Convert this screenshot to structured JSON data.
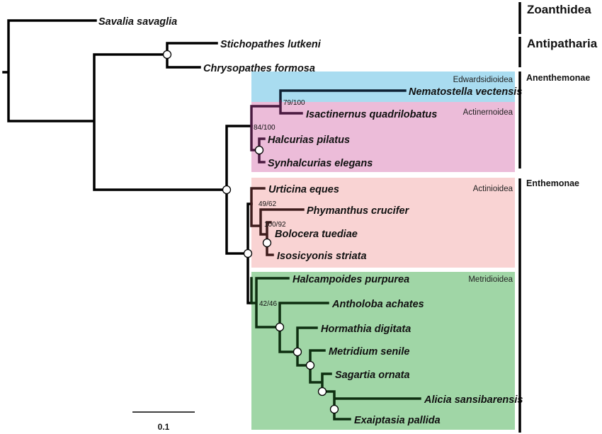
{
  "taxa": {
    "t1": "Savalia savaglia",
    "t2": "Stichopathes lutkeni",
    "t3": "Chrysopathes formosa",
    "t4": "Nematostella vectensis",
    "t5": "Isactinernus quadrilobatus",
    "t6": "Halcurias pilatus",
    "t7": "Synhalcurias elegans",
    "t8": "Urticina eques",
    "t9": "Phymanthus crucifer",
    "t10": "Bolocera tuediae",
    "t11": "Isosicyonis striata",
    "t12": "Halcampoides purpurea",
    "t13": "Antholoba achates",
    "t14": "Hormathia digitata",
    "t15": "Metridium senile",
    "t16": "Sagartia ornata",
    "t17": "Alicia sansibarensis",
    "t18": "Exaiptasia pallida"
  },
  "clades": {
    "edwardsidioidea": "Edwardsidioidea",
    "actinernoidea": "Actinernoidea",
    "actinioidea": "Actinioidea",
    "metridioidea": "Metridioidea"
  },
  "support": {
    "s1": "79/100",
    "s2": "84/100",
    "s3": "49/62",
    "s4": "100/92",
    "s5": "42/46"
  },
  "groups": {
    "zoanthidea": "Zoanthidea",
    "antipatharia": "Antipatharia",
    "anenthemonae": "Anenthemonae",
    "enthemonae": "Enthemonae"
  },
  "scale_label": "0.1",
  "colors": {
    "edwardsidioidea_bg": "#a9dcf0",
    "actinernoidea_bg": "#ecbcd9",
    "actinioidea_bg": "#f9d3d3",
    "metridioidea_bg": "#a0d6a6",
    "branch_default": "#000000",
    "branch_edwardsidioidea": "#0d2033",
    "branch_actinernoidea": "#4a1a40",
    "branch_actinioidea": "#3e1c1c",
    "branch_metridioidea": "#0e2e10"
  }
}
